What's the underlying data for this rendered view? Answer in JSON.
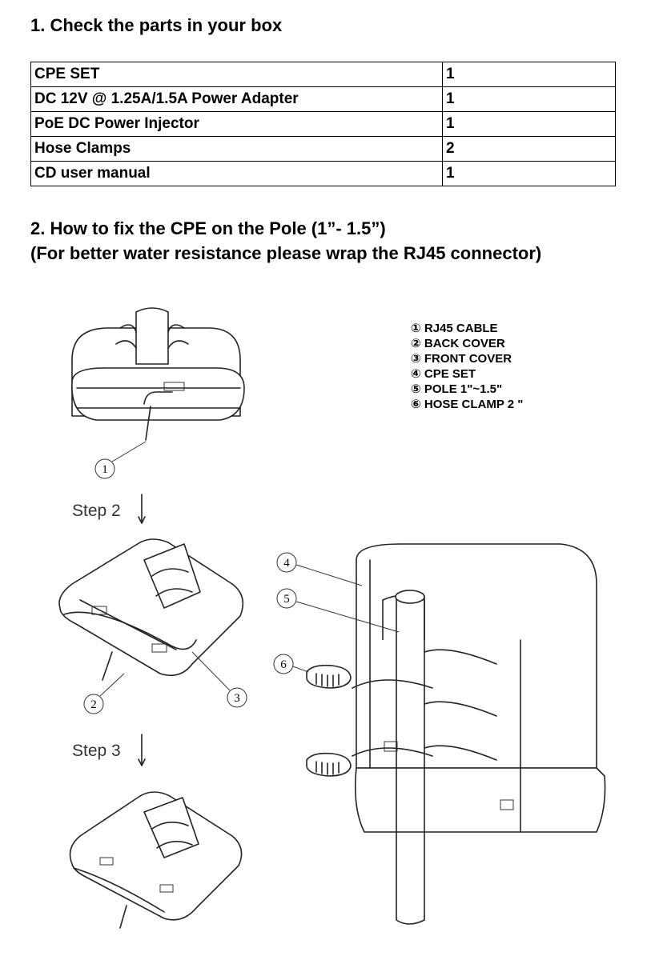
{
  "section1": {
    "heading": "1. Check the parts in your box"
  },
  "parts": [
    {
      "item": "CPE SET",
      "qty": "1"
    },
    {
      "item": "DC 12V @ 1.25A/1.5A Power Adapter",
      "qty": "1"
    },
    {
      "item": "PoE DC Power Injector",
      "qty": "1"
    },
    {
      "item": "Hose Clamps",
      "qty": "2"
    },
    {
      "item": "CD user manual",
      "qty": "1"
    }
  ],
  "section2": {
    "heading": "2. How to fix the CPE on the Pole (1”- 1.5”)",
    "subheading": "(For better water resistance please wrap the RJ45 connector)"
  },
  "legend": [
    {
      "num": "①",
      "label": "RJ45 CABLE"
    },
    {
      "num": "②",
      "label": "BACK COVER"
    },
    {
      "num": "③",
      "label": "FRONT COVER"
    },
    {
      "num": "④",
      "label": "CPE SET"
    },
    {
      "num": "⑤",
      "label": "POLE 1\"~1.5\""
    },
    {
      "num": "⑥",
      "label": "HOSE CLAMP 2 \""
    }
  ],
  "steps": {
    "step2": "Step 2",
    "step3": "Step 3"
  },
  "callouts": [
    "1",
    "2",
    "3",
    "4",
    "5",
    "6"
  ]
}
